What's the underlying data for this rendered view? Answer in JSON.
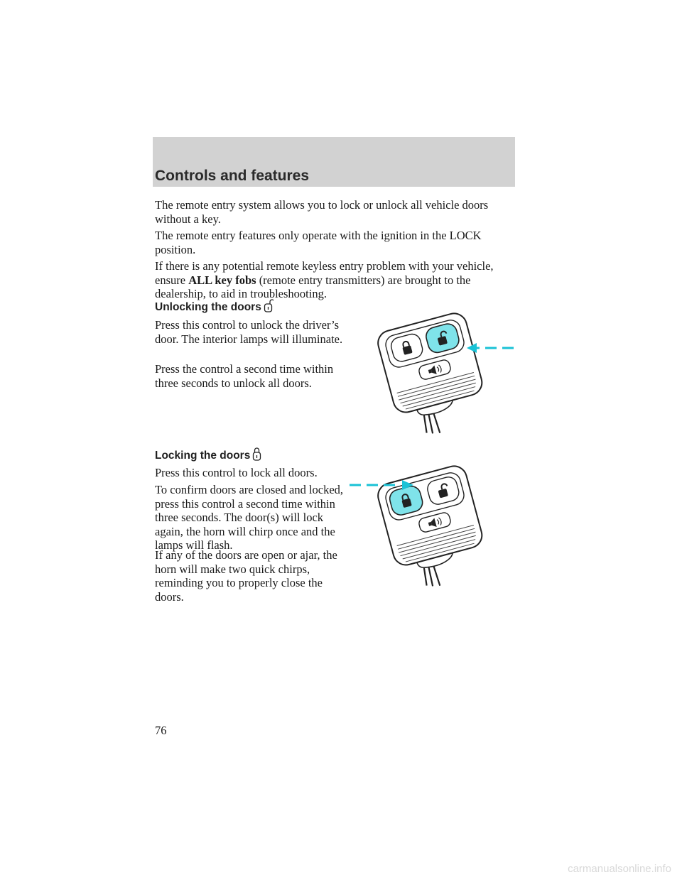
{
  "header": {
    "title": "Controls and features"
  },
  "intro": {
    "p1": "The remote entry system allows you to lock or unlock all vehicle doors without a key.",
    "p2": "The remote entry features only operate with the ignition in the LOCK position.",
    "p3_a": "If there is any potential remote keyless entry problem with your vehicle, ensure",
    "p3_bold": "ALL key fobs",
    "p3_b": "(remote entry transmitters) are brought to the dealership, to aid in troubleshooting."
  },
  "unlock": {
    "heading": "Unlocking the doors",
    "p1": "Press this control to unlock the driver’s door. The interior lamps will illuminate.",
    "p2": "Press the control a second time within three seconds to unlock all doors."
  },
  "lock": {
    "heading": "Locking the doors",
    "p1": "Press this control to lock all doors.",
    "p2": "To confirm doors are closed and locked, press this control a second time within three seconds. The door(s) will lock again, the horn will chirp once and the lamps will flash.",
    "p3": "If any of the doors are open or ajar, the horn will make two quick chirps, reminding you to properly close the doors."
  },
  "footer": {
    "page_number": "76",
    "watermark": "carmanualsonline.info"
  },
  "colors": {
    "highlight": "#7fe3ea",
    "arrow": "#19c2d6",
    "header_band": "#d2d2d2"
  }
}
